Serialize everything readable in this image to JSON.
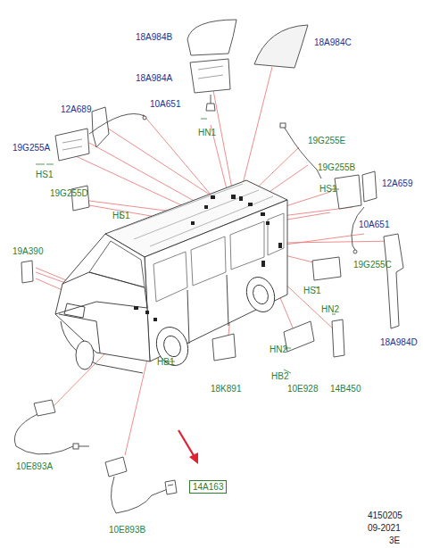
{
  "diagram": {
    "nodes": [
      {
        "text": [
          "14A163"
        ]
      }
    ],
    "labels": [
      "18A984B",
      "18A984C",
      "18A984A",
      "HN1",
      "12A689",
      "10A651",
      "19G255E",
      "19G255A",
      "HS1",
      "19G255B",
      "12A659",
      "HS1",
      "19G255D",
      "HS1",
      "10A651",
      "19A390",
      "19G255C",
      "HS1",
      "HN2",
      "18A984D",
      "HN2",
      "HB1",
      "18K891",
      "HB2",
      "10E928",
      "14B450",
      "10E893A",
      "10E893B",
      "4150205",
      "09-2021",
      "3E"
    ]
  }
}
